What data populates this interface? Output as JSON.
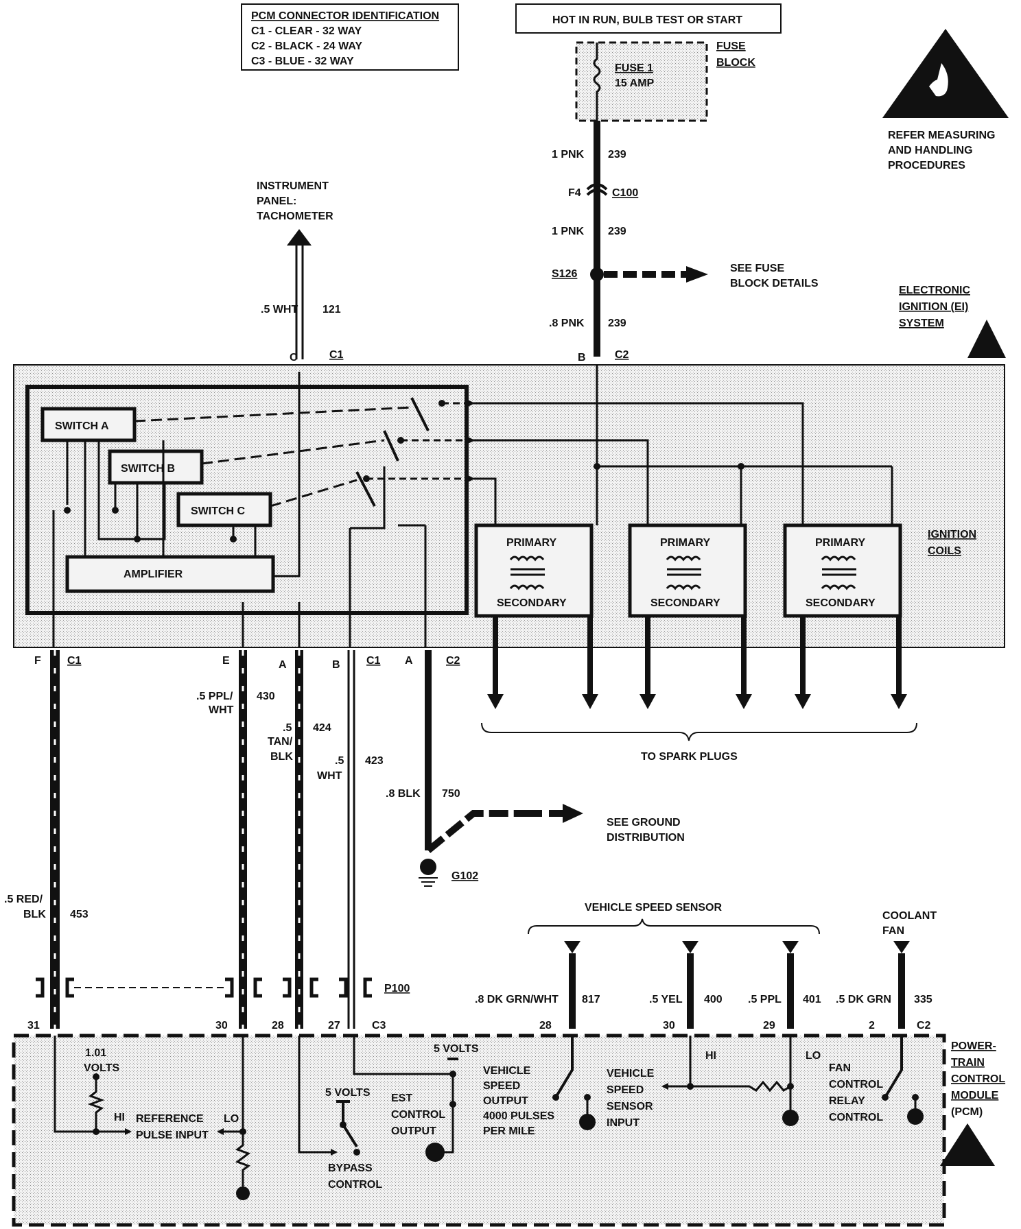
{
  "pcm_id": {
    "title": "PCM CONNECTOR IDENTIFICATION",
    "rows": [
      "C1 -  CLEAR - 32 WAY",
      "C2 -  BLACK - 24 WAY",
      "C3 -  BLUE - 32 WAY"
    ]
  },
  "power": {
    "hot_label": "HOT IN RUN, BULB TEST OR START",
    "fuse_name": "FUSE 1",
    "fuse_amp": "15 AMP",
    "fuse_block_1": "FUSE",
    "fuse_block_2": "BLOCK"
  },
  "esd": {
    "line1": "REFER MEASURING",
    "line2": "AND HANDLING",
    "line3": "PROCEDURES"
  },
  "tach": {
    "line1": "INSTRUMENT",
    "line2": "PANEL:",
    "line3": "TACHOMETER",
    "wire_gauge": ".5 WHT",
    "circuit": "121",
    "pin": "C",
    "connector": "C1"
  },
  "feed": {
    "w1_gauge": "1 PNK",
    "w1_circuit": "239",
    "conn_pin": "F4",
    "conn_name": "C100",
    "w2_gauge": "1 PNK",
    "w2_circuit": "239",
    "splice": "S126",
    "see_fuse_1": "SEE FUSE",
    "see_fuse_2": "BLOCK DETAILS",
    "w3_gauge": ".8 PNK",
    "w3_circuit": "239",
    "pin": "B",
    "connector": "C2"
  },
  "ei": {
    "line1": "ELECTRONIC",
    "line2": "IGNITION (EI)",
    "line3": "SYSTEM",
    "switch_a": "SWITCH A",
    "switch_b": "SWITCH B",
    "switch_c": "SWITCH C",
    "amplifier": "AMPLIFIER",
    "primary": "PRIMARY",
    "secondary": "SECONDARY",
    "coils_1": "IGNITION",
    "coils_2": "COILS",
    "spark_plugs": "TO SPARK PLUGS"
  },
  "module_pins": {
    "f": "F",
    "f_conn": "C1",
    "e": "E",
    "a": "A",
    "b": "B",
    "eab_conn": "C1",
    "a2": "A",
    "a2_conn": "C2"
  },
  "wires": {
    "w453_gauge_1": ".5 RED/",
    "w453_gauge_2": "BLK",
    "w453_circuit": "453",
    "w430_gauge_1": ".5 PPL/",
    "w430_gauge_2": "WHT",
    "w430_circuit": "430",
    "w424_gauge_1": ".5",
    "w424_gauge_2": "TAN/",
    "w424_gauge_3": "BLK",
    "w424_circuit": "424",
    "w423_gauge_1": ".5",
    "w423_gauge_2": "WHT",
    "w423_circuit": "423",
    "w750_gauge": ".8 BLK",
    "w750_circuit": "750",
    "ground_1": "SEE GROUND",
    "ground_2": "DISTRIBUTION",
    "ground_name": "G102",
    "p100": "P100",
    "pin31": "31",
    "pin30": "30",
    "pin28": "28",
    "pin27": "27",
    "c3": "C3"
  },
  "vss": {
    "title": "VEHICLE SPEED SENSOR",
    "coolant_1": "COOLANT",
    "coolant_2": "FAN",
    "w817_gauge": ".8 DK GRN/WHT",
    "w817_circuit": "817",
    "w400_gauge": ".5 YEL",
    "w400_circuit": "400",
    "w401_gauge": ".5 PPL",
    "w401_circuit": "401",
    "w335_gauge": ".5 DK GRN",
    "w335_circuit": "335",
    "pin28": "28",
    "pin30": "30",
    "pin29": "29",
    "pin2": "2",
    "c2": "C2"
  },
  "pcm": {
    "title_1": "POWER-",
    "title_2": "TRAIN",
    "title_3": "CONTROL",
    "title_4": "MODULE",
    "title_5": "(PCM)",
    "volts_1": "1.01",
    "volts_2": "VOLTS",
    "hi": "HI",
    "lo": "LO",
    "ref_1": "REFERENCE",
    "ref_2": "PULSE INPUT",
    "five_v_a": "5 VOLTS",
    "bypass_1": "BYPASS",
    "bypass_2": "CONTROL",
    "five_v_b": "5 VOLTS",
    "est_1": "EST",
    "est_2": "CONTROL",
    "est_3": "OUTPUT",
    "vso_1": "VEHICLE",
    "vso_2": "SPEED",
    "vso_3": "OUTPUT",
    "vso_4": "4000 PULSES",
    "vso_5": "PER MILE",
    "vssi_1": "VEHICLE",
    "vssi_2": "SPEED",
    "vssi_3": "SENSOR",
    "vssi_4": "INPUT",
    "hi2": "HI",
    "lo2": "LO",
    "fan_1": "FAN",
    "fan_2": "CONTROL",
    "fan_3": "RELAY",
    "fan_4": "CONTROL"
  }
}
